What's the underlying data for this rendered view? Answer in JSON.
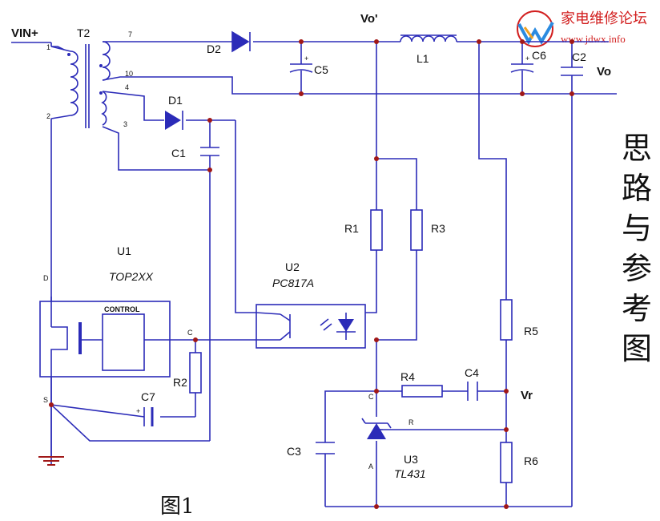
{
  "labels": {
    "vin": "VIN+",
    "t2": "T2",
    "vo_prime": "Vo'",
    "vo": "Vo",
    "vr": "Vr",
    "d1": "D1",
    "d2": "D2",
    "c1": "C1",
    "c2": "C2",
    "c3": "C3",
    "c4": "C4",
    "c5": "C5",
    "c6": "C6",
    "c7": "C7",
    "l1": "L1",
    "r1": "R1",
    "r2": "R2",
    "r3": "R3",
    "r4": "R4",
    "r5": "R5",
    "r6": "R6",
    "u1": "U1",
    "u1_part": "TOP2XX",
    "u2": "U2",
    "u2_part": "PC817A",
    "u3": "U3",
    "u3_part": "TL431",
    "control": "CONTROL",
    "fig_caption": "图1",
    "side_title": [
      "思",
      "路",
      "与",
      "参",
      "考",
      "图"
    ]
  },
  "pins": {
    "p1": "1",
    "p2": "2",
    "p3": "3",
    "p4": "4",
    "p7": "7",
    "p10": "10",
    "d": "D",
    "c": "C",
    "s": "S",
    "tl_c": "C",
    "tl_r": "R",
    "tl_a": "A",
    "plus": "+"
  },
  "watermark": {
    "title": "家电维修论坛",
    "url": "www.jdwx.info"
  },
  "colors": {
    "wire": "#2b2bb8",
    "junction": "#a01818",
    "watermark": "#d21f1f"
  }
}
